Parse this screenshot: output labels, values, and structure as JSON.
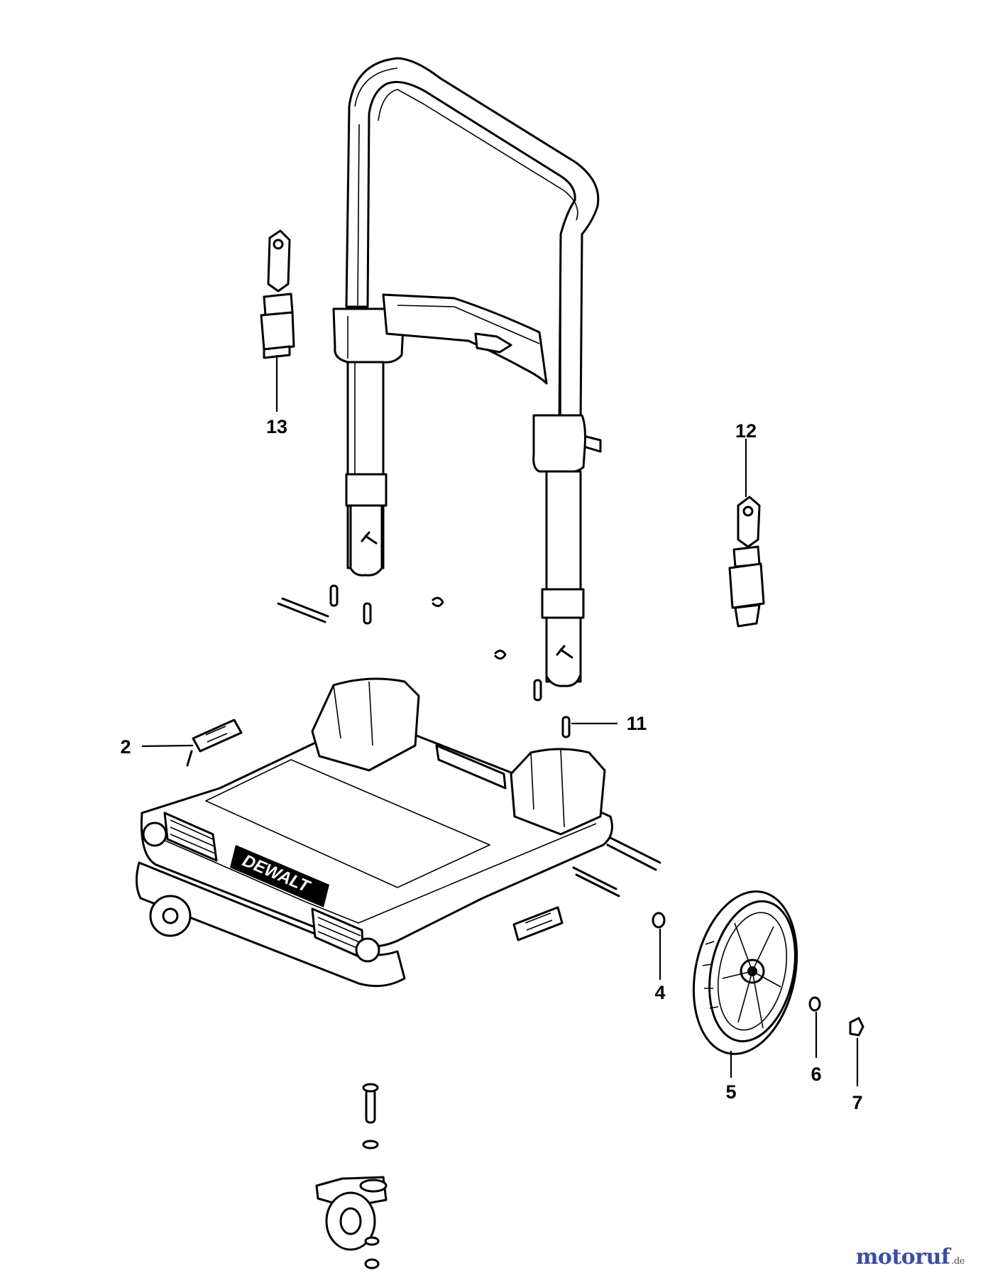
{
  "diagram": {
    "callouts": [
      {
        "id": "part-2",
        "label": "2"
      },
      {
        "id": "part-4",
        "label": "4"
      },
      {
        "id": "part-5",
        "label": "5"
      },
      {
        "id": "part-6",
        "label": "6"
      },
      {
        "id": "part-7",
        "label": "7"
      },
      {
        "id": "part-11",
        "label": "11"
      },
      {
        "id": "part-12",
        "label": "12"
      },
      {
        "id": "part-13",
        "label": "13"
      }
    ],
    "brand_mark": "DEWALT"
  },
  "watermark": {
    "text": "motoruf",
    "tld": ".de",
    "color": "#3b4da3"
  }
}
